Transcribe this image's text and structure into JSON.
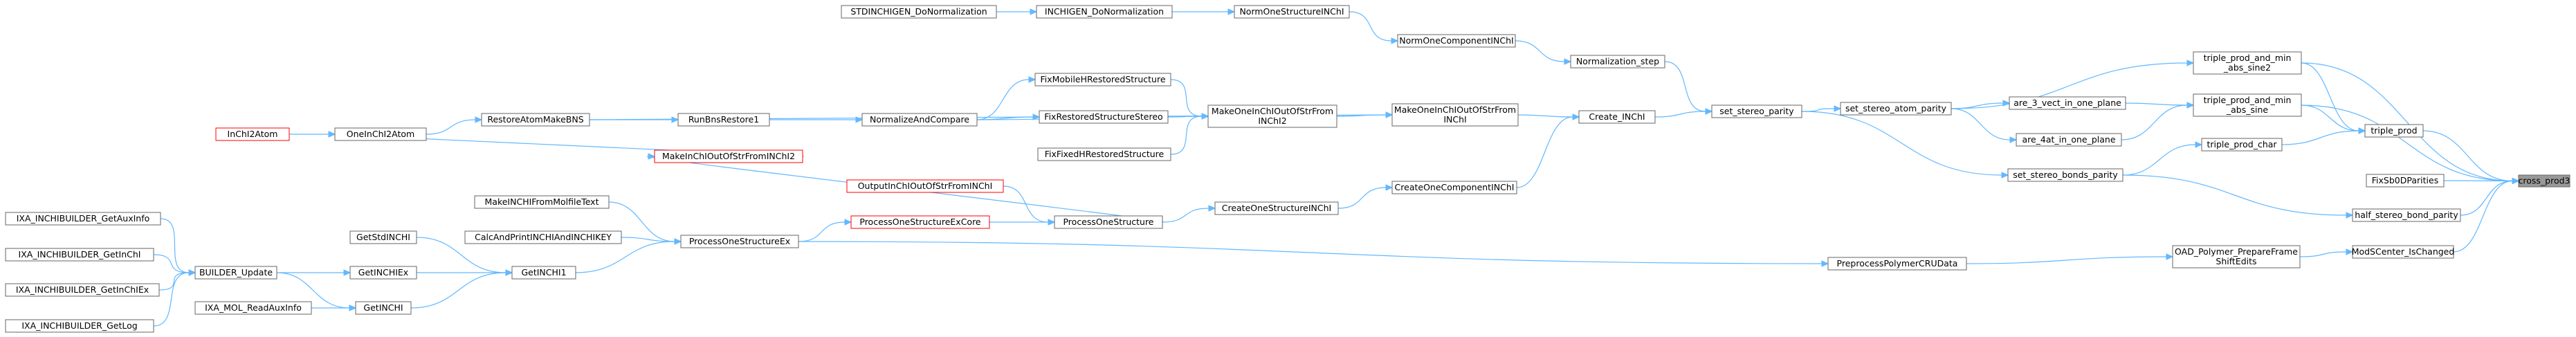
{
  "graph": {
    "nodes": [
      {
        "id": "cross_prod3",
        "label": "cross_prod3",
        "style": "root"
      },
      {
        "id": "triple_prod_and_min_abs_sine2",
        "label": "triple_prod_and_min\n_abs_sine2",
        "style": "normal"
      },
      {
        "id": "triple_prod_and_min_abs_sine",
        "label": "triple_prod_and_min\n_abs_sine",
        "style": "normal"
      },
      {
        "id": "triple_prod",
        "label": "triple_prod",
        "style": "normal"
      },
      {
        "id": "triple_prod_char",
        "label": "triple_prod_char",
        "style": "normal"
      },
      {
        "id": "FixSb0DParities",
        "label": "FixSb0DParities",
        "style": "normal"
      },
      {
        "id": "half_stereo_bond_parity",
        "label": "half_stereo_bond_parity",
        "style": "normal"
      },
      {
        "id": "ModSCenter_IsChanged",
        "label": "ModSCenter_IsChanged",
        "style": "normal"
      },
      {
        "id": "are_3_vect_in_one_plane",
        "label": "are_3_vect_in_one_plane",
        "style": "normal"
      },
      {
        "id": "are_4at_in_one_plane",
        "label": "are_4at_in_one_plane",
        "style": "normal"
      },
      {
        "id": "set_stereo_atom_parity",
        "label": "set_stereo_atom_parity",
        "style": "normal"
      },
      {
        "id": "set_stereo_bonds_parity",
        "label": "set_stereo_bonds_parity",
        "style": "normal"
      },
      {
        "id": "set_stereo_parity",
        "label": "set_stereo_parity",
        "style": "normal"
      },
      {
        "id": "OAD_Polymer_PrepareFrameShiftEdits",
        "label": "OAD_Polymer_PrepareFrame\nShiftEdits",
        "style": "normal"
      },
      {
        "id": "PreprocessPolymerCRUData",
        "label": "PreprocessPolymerCRUData",
        "style": "normal"
      },
      {
        "id": "Normalization_step",
        "label": "Normalization_step",
        "style": "normal"
      },
      {
        "id": "Create_INChI",
        "label": "Create_INChI",
        "style": "normal"
      },
      {
        "id": "NormOneComponentINChI",
        "label": "NormOneComponentINChI",
        "style": "normal"
      },
      {
        "id": "NormOneStructureINChI",
        "label": "NormOneStructureINChI",
        "style": "normal"
      },
      {
        "id": "INCHIGEN_DoNormalization",
        "label": "INCHIGEN_DoNormalization",
        "style": "normal"
      },
      {
        "id": "STDINCHIGEN_DoNormalization",
        "label": "STDINCHIGEN_DoNormalization",
        "style": "normal"
      },
      {
        "id": "MakeOneInChIOutOfStrFromINChI",
        "label": "MakeOneInChIOutOfStrFrom\nINChI",
        "style": "normal"
      },
      {
        "id": "CreateOneComponentINChI",
        "label": "CreateOneComponentINChI",
        "style": "normal"
      },
      {
        "id": "CreateOneStructureINChI",
        "label": "CreateOneStructureINChI",
        "style": "normal"
      },
      {
        "id": "MakeOneInChIOutOfStrFromINChI2",
        "label": "MakeOneInChIOutOfStrFrom\nINChI2",
        "style": "normal"
      },
      {
        "id": "FixMobileHRestoredStructure",
        "label": "FixMobileHRestoredStructure",
        "style": "normal"
      },
      {
        "id": "FixRestoredStructureStereo",
        "label": "FixRestoredStructureStereo",
        "style": "normal"
      },
      {
        "id": "FixFixedHRestoredStructure",
        "label": "FixFixedHRestoredStructure",
        "style": "normal"
      },
      {
        "id": "NormalizeAndCompare",
        "label": "NormalizeAndCompare",
        "style": "normal"
      },
      {
        "id": "RunBnsRestore1",
        "label": "RunBnsRestore1",
        "style": "normal"
      },
      {
        "id": "RestoreAtomMakeBNS",
        "label": "RestoreAtomMakeBNS",
        "style": "normal"
      },
      {
        "id": "OneInChI2Atom",
        "label": "OneInChI2Atom",
        "style": "normal"
      },
      {
        "id": "InChI2Atom",
        "label": "InChI2Atom",
        "style": "red"
      },
      {
        "id": "MakeInChIOutOfStrFromINChI2",
        "label": "MakeInChIOutOfStrFromINChI2",
        "style": "red"
      },
      {
        "id": "ProcessOneStructure",
        "label": "ProcessOneStructure",
        "style": "normal"
      },
      {
        "id": "OutputInChIOutOfStrFromINChI",
        "label": "OutputInChIOutOfStrFromINChI",
        "style": "red"
      },
      {
        "id": "ProcessOneStructureExCore",
        "label": "ProcessOneStructureExCore",
        "style": "red"
      },
      {
        "id": "ProcessOneStructureEx",
        "label": "ProcessOneStructureEx",
        "style": "normal"
      },
      {
        "id": "MakeINCHIFromMolfileText",
        "label": "MakeINCHIFromMolfileText",
        "style": "normal"
      },
      {
        "id": "CalcAndPrintINCHIAndINCHIKEY",
        "label": "CalcAndPrintINCHIAndINCHIKEY",
        "style": "normal"
      },
      {
        "id": "GetINCHI1",
        "label": "GetINCHI1",
        "style": "normal"
      },
      {
        "id": "GetStdINCHI",
        "label": "GetStdINCHI",
        "style": "normal"
      },
      {
        "id": "GetINCHIEx",
        "label": "GetINCHIEx",
        "style": "normal"
      },
      {
        "id": "GetINCHI",
        "label": "GetINCHI",
        "style": "normal"
      },
      {
        "id": "BUILDER_Update",
        "label": "BUILDER_Update",
        "style": "normal"
      },
      {
        "id": "IXA_MOL_ReadAuxInfo",
        "label": "IXA_MOL_ReadAuxInfo",
        "style": "normal"
      },
      {
        "id": "IXA_INCHIBUILDER_GetAuxInfo",
        "label": "IXA_INCHIBUILDER_GetAuxInfo",
        "style": "normal"
      },
      {
        "id": "IXA_INCHIBUILDER_GetInChI",
        "label": "IXA_INCHIBUILDER_GetInChI",
        "style": "normal"
      },
      {
        "id": "IXA_INCHIBUILDER_GetInChIEx",
        "label": "IXA_INCHIBUILDER_GetInChIEx",
        "style": "normal"
      },
      {
        "id": "IXA_INCHIBUILDER_GetLog",
        "label": "IXA_INCHIBUILDER_GetLog",
        "style": "normal"
      }
    ],
    "edges": [
      [
        "triple_prod_and_min_abs_sine2",
        "cross_prod3"
      ],
      [
        "triple_prod_and_min_abs_sine",
        "cross_prod3"
      ],
      [
        "triple_prod",
        "cross_prod3"
      ],
      [
        "FixSb0DParities",
        "cross_prod3"
      ],
      [
        "half_stereo_bond_parity",
        "cross_prod3"
      ],
      [
        "ModSCenter_IsChanged",
        "cross_prod3"
      ],
      [
        "triple_prod_char",
        "triple_prod"
      ],
      [
        "triple_prod_and_min_abs_sine2",
        "triple_prod"
      ],
      [
        "triple_prod_and_min_abs_sine",
        "triple_prod"
      ],
      [
        "set_stereo_atom_parity",
        "triple_prod_and_min_abs_sine2"
      ],
      [
        "are_3_vect_in_one_plane",
        "triple_prod_and_min_abs_sine"
      ],
      [
        "are_4at_in_one_plane",
        "triple_prod_and_min_abs_sine"
      ],
      [
        "set_stereo_bonds_parity",
        "triple_prod_char"
      ],
      [
        "set_stereo_bonds_parity",
        "half_stereo_bond_parity"
      ],
      [
        "set_stereo_atom_parity",
        "are_3_vect_in_one_plane"
      ],
      [
        "set_stereo_atom_parity",
        "are_4at_in_one_plane"
      ],
      [
        "set_stereo_parity",
        "set_stereo_atom_parity"
      ],
      [
        "set_stereo_parity",
        "set_stereo_bonds_parity"
      ],
      [
        "Normalization_step",
        "set_stereo_parity"
      ],
      [
        "Create_INChI",
        "set_stereo_parity"
      ],
      [
        "NormOneComponentINChI",
        "Normalization_step"
      ],
      [
        "NormOneStructureINChI",
        "NormOneComponentINChI"
      ],
      [
        "INCHIGEN_DoNormalization",
        "NormOneStructureINChI"
      ],
      [
        "STDINCHIGEN_DoNormalization",
        "INCHIGEN_DoNormalization"
      ],
      [
        "MakeOneInChIOutOfStrFromINChI",
        "Create_INChI"
      ],
      [
        "CreateOneComponentINChI",
        "Create_INChI"
      ],
      [
        "CreateOneStructureINChI",
        "CreateOneComponentINChI"
      ],
      [
        "ProcessOneStructure",
        "CreateOneStructureINChI"
      ],
      [
        "MakeOneInChIOutOfStrFromINChI2",
        "MakeOneInChIOutOfStrFromINChI"
      ],
      [
        "RestoreAtomMakeBNS",
        "MakeOneInChIOutOfStrFromINChI"
      ],
      [
        "FixMobileHRestoredStructure",
        "MakeOneInChIOutOfStrFromINChI2"
      ],
      [
        "FixRestoredStructureStereo",
        "MakeOneInChIOutOfStrFromINChI2"
      ],
      [
        "FixFixedHRestoredStructure",
        "MakeOneInChIOutOfStrFromINChI2"
      ],
      [
        "NormalizeAndCompare",
        "MakeOneInChIOutOfStrFromINChI2"
      ],
      [
        "NormalizeAndCompare",
        "FixMobileHRestoredStructure"
      ],
      [
        "NormalizeAndCompare",
        "FixRestoredStructureStereo"
      ],
      [
        "RunBnsRestore1",
        "NormalizeAndCompare"
      ],
      [
        "RestoreAtomMakeBNS",
        "RunBnsRestore1"
      ],
      [
        "OneInChI2Atom",
        "RestoreAtomMakeBNS"
      ],
      [
        "InChI2Atom",
        "OneInChI2Atom"
      ],
      [
        "MakeInChIOutOfStrFromINChI2",
        "OneInChI2Atom"
      ],
      [
        "ProcessOneStructure",
        "MakeInChIOutOfStrFromINChI2"
      ],
      [
        "OutputInChIOutOfStrFromINChI",
        "ProcessOneStructure"
      ],
      [
        "ProcessOneStructureExCore",
        "ProcessOneStructure"
      ],
      [
        "ProcessOneStructureEx",
        "ProcessOneStructureExCore"
      ],
      [
        "ProcessOneStructureEx",
        "PreprocessPolymerCRUData"
      ],
      [
        "PreprocessPolymerCRUData",
        "OAD_Polymer_PrepareFrameShiftEdits"
      ],
      [
        "OAD_Polymer_PrepareFrameShiftEdits",
        "ModSCenter_IsChanged"
      ],
      [
        "MakeINCHIFromMolfileText",
        "ProcessOneStructureEx"
      ],
      [
        "CalcAndPrintINCHIAndINCHIKEY",
        "ProcessOneStructureEx"
      ],
      [
        "GetINCHI1",
        "ProcessOneStructureEx"
      ],
      [
        "GetINCHIEx",
        "GetINCHI1"
      ],
      [
        "GetINCHI",
        "GetINCHI1"
      ],
      [
        "GetStdINCHI",
        "GetINCHI1"
      ],
      [
        "BUILDER_Update",
        "GetINCHIEx"
      ],
      [
        "BUILDER_Update",
        "GetINCHI"
      ],
      [
        "IXA_MOL_ReadAuxInfo",
        "GetINCHI"
      ],
      [
        "IXA_INCHIBUILDER_GetAuxInfo",
        "BUILDER_Update"
      ],
      [
        "IXA_INCHIBUILDER_GetInChI",
        "BUILDER_Update"
      ],
      [
        "IXA_INCHIBUILDER_GetInChIEx",
        "BUILDER_Update"
      ],
      [
        "IXA_INCHIBUILDER_GetLog",
        "BUILDER_Update"
      ]
    ]
  }
}
